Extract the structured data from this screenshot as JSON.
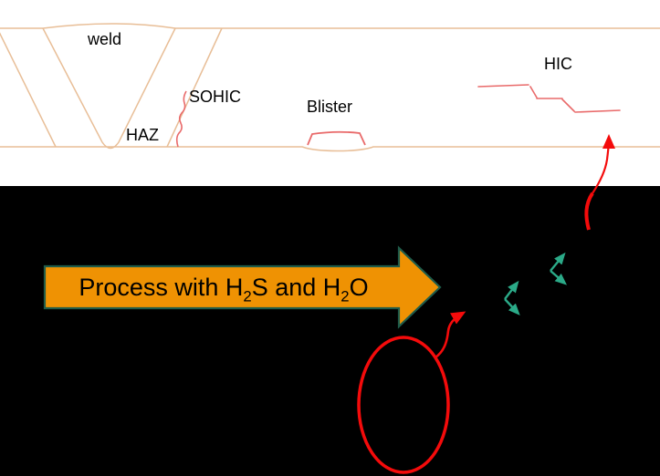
{
  "diagram": {
    "title_implicit": "Wet H2S damage mechanisms in steel plate near a weld",
    "labels": {
      "weld": "weld",
      "haz": "HAZ",
      "sohic": "SOHIC",
      "blister": "Blister",
      "hic": "HIC"
    },
    "process": {
      "parts": [
        "Process with H",
        "2",
        "S and H",
        "2",
        "O"
      ]
    }
  },
  "colors": {
    "background-black": "#000000",
    "panel-white": "#ffffff",
    "steel-outline": "#e8be97",
    "crack-red": "#e96a6a",
    "marker-red": "#f40b0b",
    "process-arrow-fill": "#ef9203",
    "process-arrow-border": "#1f5c4a",
    "hydrogen-arrow-teal": "#2baa88",
    "label-text": "#000000"
  }
}
